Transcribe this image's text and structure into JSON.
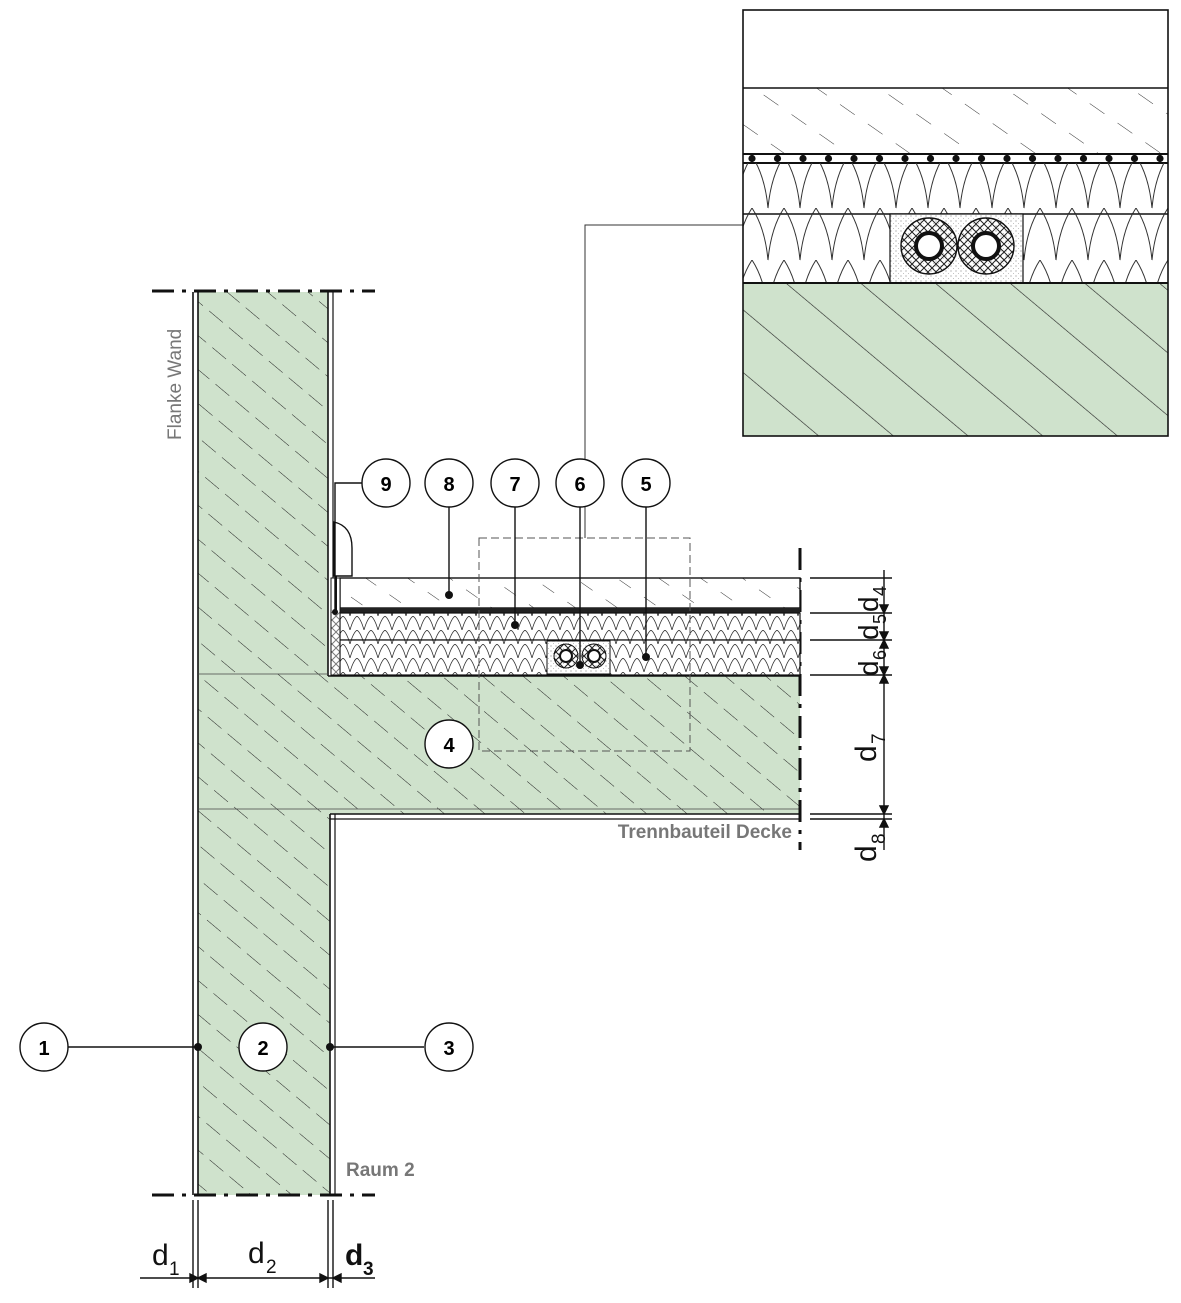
{
  "labels": {
    "flank_wall": "Flanke Wand",
    "separating_ceiling": "Trennbauteil Decke",
    "room2": "Raum 2"
  },
  "markers": {
    "m1": "1",
    "m2": "2",
    "m3": "3",
    "m4": "4",
    "m5": "5",
    "m6": "6",
    "m7": "7",
    "m8": "8",
    "m9": "9"
  },
  "dims": {
    "d1": {
      "base": "d",
      "sub": "1"
    },
    "d2": {
      "base": "d",
      "sub": "2"
    },
    "d3": {
      "base": "d",
      "sub": "3"
    },
    "d4": {
      "base": "d",
      "sub": "4"
    },
    "d5": {
      "base": "d",
      "sub": "5"
    },
    "d6": {
      "base": "d",
      "sub": "6"
    },
    "d7": {
      "base": "d",
      "sub": "7"
    },
    "d8": {
      "base": "d",
      "sub": "8"
    }
  },
  "colors": {
    "concrete": "#cfe2cc",
    "line": "#111111",
    "label_gray": "#777777"
  }
}
